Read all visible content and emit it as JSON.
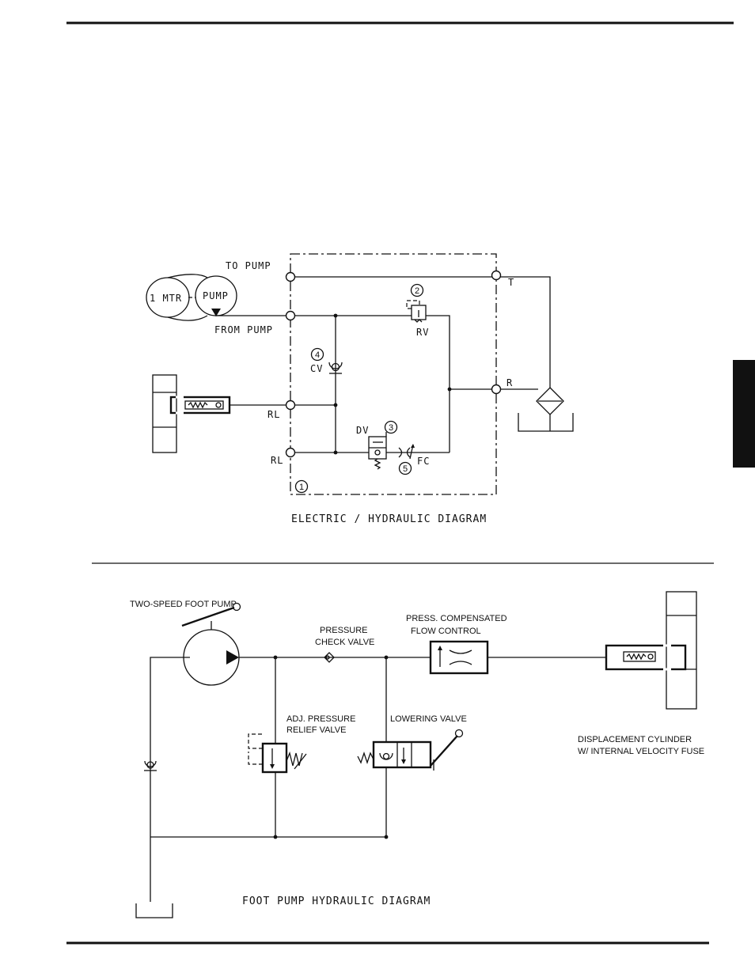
{
  "electric_diagram": {
    "caption": "ELECTRIC / HYDRAULIC DIAGRAM",
    "to_pump": "TO PUMP",
    "from_pump": "FROM PUMP",
    "motor": "1 MTR",
    "pump": "PUMP",
    "port_t": "T",
    "port_r": "R",
    "port_rl_1": "RL",
    "port_rl_2": "RL",
    "cv": "CV",
    "rv": "RV",
    "dv": "DV",
    "fc": "FC",
    "callouts": [
      "1",
      "2",
      "3",
      "4",
      "5"
    ]
  },
  "foot_diagram": {
    "caption": "FOOT PUMP HYDRAULIC DIAGRAM",
    "two_speed_pump": "TWO-SPEED FOOT PUMP",
    "pressure_check_1": "PRESSURE",
    "pressure_check_2": "CHECK VALVE",
    "flow_control_1": "PRESS. COMPENSATED",
    "flow_control_2": "FLOW CONTROL",
    "relief_1": "ADJ. PRESSURE",
    "relief_2": "RELIEF VALVE",
    "lowering": "LOWERING VALVE",
    "cylinder_1": "DISPLACEMENT CYLINDER",
    "cylinder_2": "W/ INTERNAL VELOCITY FUSE"
  }
}
